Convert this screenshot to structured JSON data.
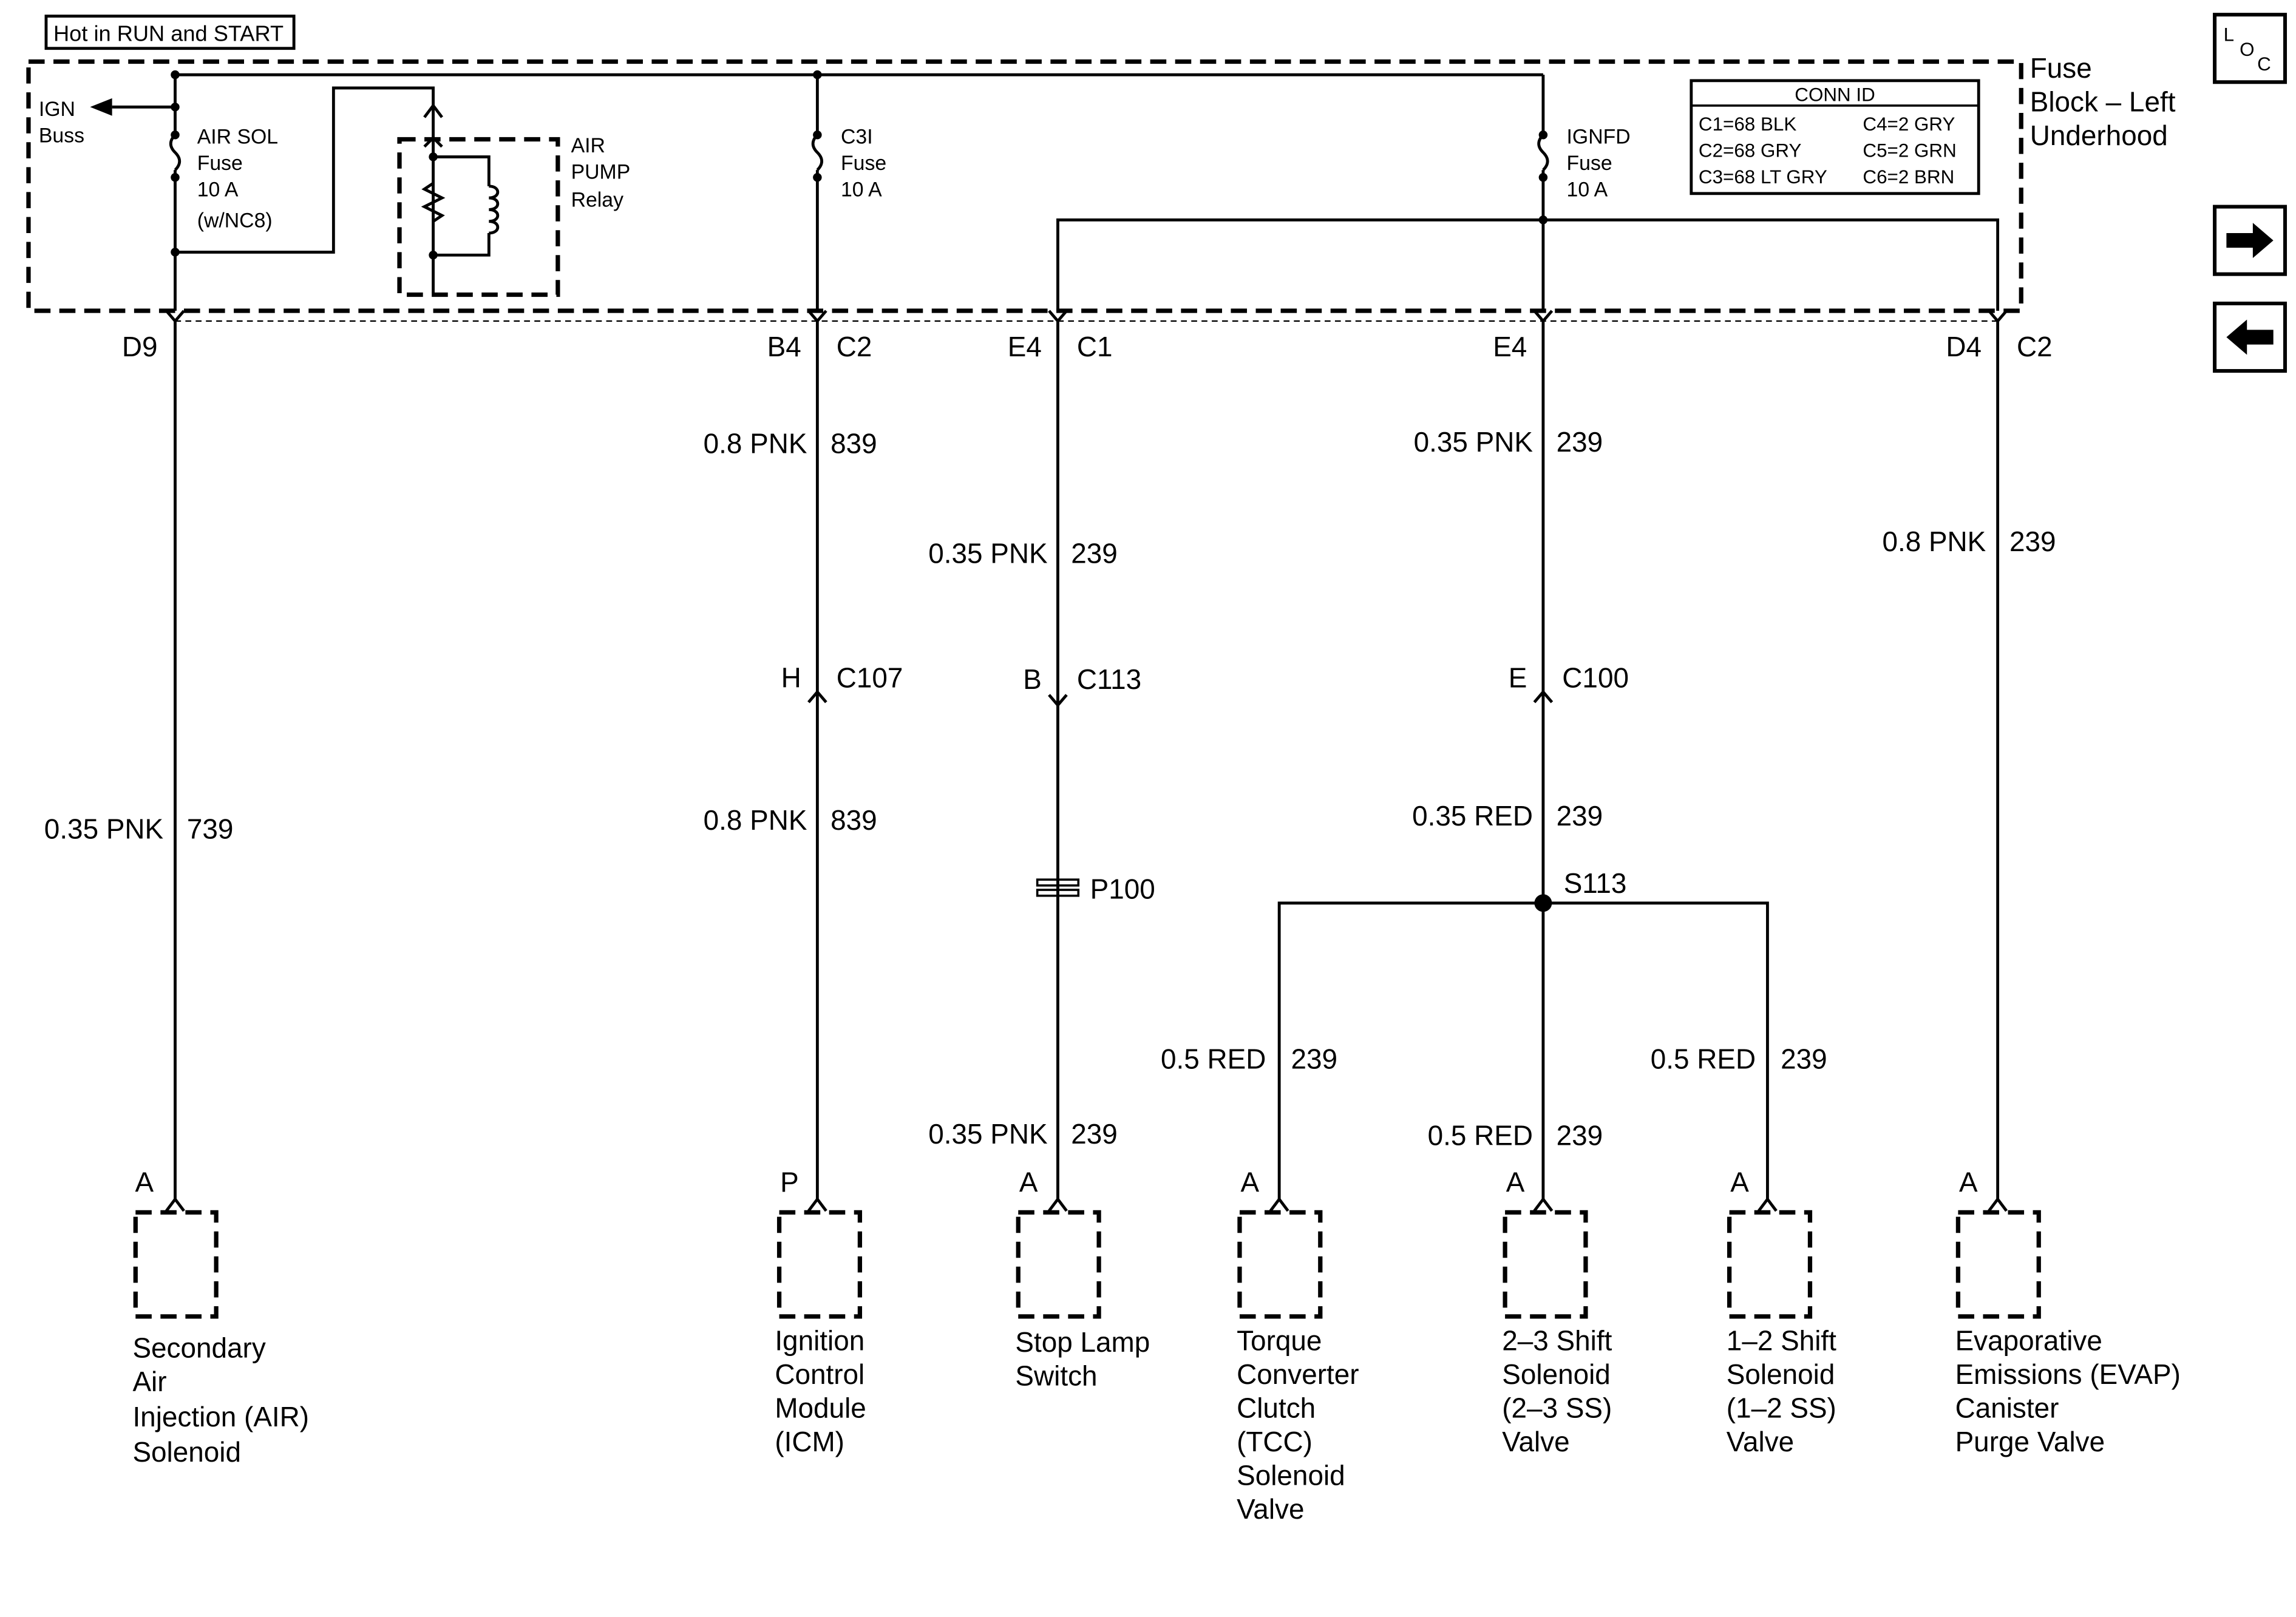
{
  "header": {
    "hot_label": "Hot in RUN and START"
  },
  "fuse_block": {
    "title_line1": "Fuse",
    "title_line2": "Block – Left",
    "title_line3": "Underhood",
    "ign_buss_line1": "IGN",
    "ign_buss_line2": "Buss",
    "fuses": {
      "air_sol": [
        "AIR SOL",
        "Fuse",
        "10 A",
        "(w/NC8)"
      ],
      "c3i": [
        "C3I",
        "Fuse",
        "10 A"
      ],
      "ignfd": [
        "IGNFD",
        "Fuse",
        "10 A"
      ]
    },
    "relay": [
      "AIR",
      "PUMP",
      "Relay"
    ],
    "conn_id": {
      "title": "CONN ID",
      "rows": [
        [
          "C1=68 BLK",
          "C4=2 GRY"
        ],
        [
          "C2=68 GRY",
          "C5=2 GRN"
        ],
        [
          "C3=68 LT GRY",
          "C6=2 BRN"
        ]
      ]
    }
  },
  "nav": {
    "loc_L": "L",
    "loc_O": "O",
    "loc_C": "C"
  },
  "circuits": {
    "air": {
      "pin_left": "D9",
      "wire": [
        "0.35 PNK",
        "739"
      ],
      "component_pin": "A",
      "component": [
        "Secondary",
        "Air",
        "Injection (AIR)",
        "Solenoid"
      ]
    },
    "icm": {
      "pin_left": "B4",
      "pin_right": "C2",
      "wire1": [
        "0.8 PNK",
        "839"
      ],
      "connector": [
        "H",
        "C107"
      ],
      "wire2": [
        "0.8 PNK",
        "839"
      ],
      "component_pin": "P",
      "component": [
        "Ignition",
        "Control",
        "Module",
        "(ICM)"
      ]
    },
    "stop": {
      "pin_left": "E4",
      "pin_right": "C1",
      "wire1": [
        "0.35 PNK",
        "239"
      ],
      "connector": [
        "B",
        "C113"
      ],
      "passthrough": "P100",
      "wire2": [
        "0.35 PNK",
        "239"
      ],
      "component_pin": "A",
      "component": [
        "Stop Lamp",
        "Switch"
      ]
    },
    "ignfd": {
      "pin_left": "E4",
      "wire1": [
        "0.35 PNK",
        "239"
      ],
      "connector": [
        "E",
        "C100"
      ],
      "wire2": [
        "0.35 RED",
        "239"
      ],
      "splice": "S113"
    },
    "tcc": {
      "wire": [
        "0.5 RED",
        "239"
      ],
      "component_pin": "A",
      "component": [
        "Torque",
        "Converter",
        "Clutch",
        "(TCC)",
        "Solenoid",
        "Valve"
      ]
    },
    "ss23": {
      "wire": [
        "0.5 RED",
        "239"
      ],
      "component_pin": "A",
      "component": [
        "2–3 Shift",
        "Solenoid",
        "(2–3 SS)",
        "Valve"
      ]
    },
    "ss12": {
      "wire": [
        "0.5 RED",
        "239"
      ],
      "component_pin": "A",
      "component": [
        "1–2 Shift",
        "Solenoid",
        "(1–2 SS)",
        "Valve"
      ]
    },
    "evap": {
      "pin_left": "D4",
      "pin_right": "C2",
      "wire": [
        "0.8 PNK",
        "239"
      ],
      "component_pin": "A",
      "component": [
        "Evaporative",
        "Emissions (EVAP)",
        "Canister",
        "Purge Valve"
      ]
    }
  }
}
